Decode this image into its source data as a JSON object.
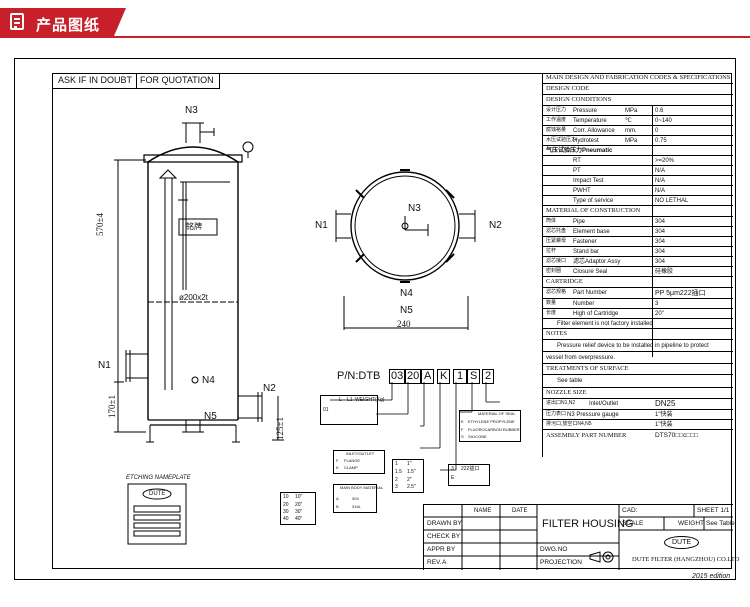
{
  "header": {
    "title": "产品图纸",
    "icon": "document-icon",
    "accent": "#c8202a"
  },
  "drawing": {
    "ask_label": "ASK IF IN DOUBT",
    "quote_label": "FOR QUOTATION",
    "nozzles": {
      "n1": "N1",
      "n2": "N2",
      "n3": "N3",
      "n4": "N4",
      "n5": "N5"
    },
    "dims": {
      "height": "570±4",
      "bottom": "170±1",
      "n2_height": "125±1",
      "shell": "ø200x2t",
      "diameter": "240"
    },
    "nameplate_cn": "铭牌",
    "etching_title": "ETCHING NAMEPLATE",
    "logo": "DUTE"
  },
  "partnumber": {
    "prefix": "P/N:DTB",
    "codes": [
      "03",
      "20",
      "A",
      "K",
      "1",
      "S",
      "2"
    ],
    "length_table": {
      "header": [
        "",
        "L",
        "L1",
        "WEIGHT(Kg)"
      ],
      "rows": [
        [
          "01",
          "",
          "",
          ""
        ]
      ]
    },
    "seal_table": {
      "title": "MATERIAL OF SEAL",
      "rows": [
        [
          "E",
          "ETHYLENE PROPYLENE"
        ],
        [
          "F",
          "FLUOROCARBON RUBBER"
        ],
        [
          "S",
          "SILICONE"
        ]
      ]
    },
    "inlet_table": {
      "title": "INLET/OUTLET",
      "rows": [
        [
          "F",
          "FLANGE"
        ],
        [
          "K",
          "CLAMP"
        ]
      ]
    },
    "pipe_table": {
      "rows": [
        [
          "1",
          "1\""
        ],
        [
          "1.5",
          "1.5\""
        ],
        [
          "2",
          "2\""
        ],
        [
          "3",
          "2.5\""
        ]
      ]
    },
    "opt_table": {
      "rows": [
        [
          "3",
          "222插口"
        ],
        [
          "E",
          ""
        ]
      ]
    },
    "material_table": {
      "title": "MAIN BODY MATERIAL",
      "rows": [
        [
          "A",
          "304"
        ],
        [
          "B",
          "316L"
        ]
      ]
    },
    "cart_table": {
      "rows": [
        [
          "10",
          "10\""
        ],
        [
          "20",
          "20\""
        ],
        [
          "30",
          "30\""
        ],
        [
          "40",
          "40\""
        ]
      ]
    }
  },
  "spec": {
    "title": "MAIN DESIGN AND FABRICATION CODES & SPECIFICATIONS",
    "design_code": "DESIGN CODE",
    "design_conditions": "DESIGN CONDITIONS",
    "conditions": [
      {
        "cn": "设计压力",
        "label": "Pressure",
        "unit": "MPa",
        "value": "0.6"
      },
      {
        "cn": "工作温度",
        "label": "Temperature",
        "unit": "℃",
        "value": "0~140"
      },
      {
        "cn": "腐蚀裕量",
        "label": "Corr. Allowance",
        "unit": "mm.",
        "value": "0"
      },
      {
        "cn": "水压试验压力",
        "label": "Hydrotest",
        "unit": "MPa",
        "value": "0.75"
      }
    ],
    "pneumatic": "气压试验压力Pneumatic",
    "tests": [
      {
        "label": "RT",
        "value": ">=20%"
      },
      {
        "label": "PT",
        "value": "N/A"
      },
      {
        "label": "Impact Test",
        "value": "N/A"
      },
      {
        "label": "PWHT",
        "value": "N/A"
      },
      {
        "label": "Type of service",
        "value": "NO LETHAL"
      }
    ],
    "material_section": "MATERIAL OF CONSTRUCTION",
    "materials": [
      {
        "cn": "筒体",
        "label": "Pipe",
        "value": "304"
      },
      {
        "cn": "滤芯托盘",
        "label": "Element base",
        "value": "304"
      },
      {
        "cn": "压紧螺母",
        "label": "Fastener",
        "value": "304"
      },
      {
        "cn": "拉杆",
        "label": "Stand bar",
        "value": "304"
      },
      {
        "cn": "滤芯接口",
        "label": "滤芯Adaptor Assy",
        "value": "304"
      },
      {
        "cn": "密封圈",
        "label": "Closure Seal",
        "value": "硅橡胶"
      }
    ],
    "cartridge_section": "CARTRIDGE",
    "cartridge": [
      {
        "cn": "滤芯规格",
        "label": "Part Number",
        "value": "PP 5μm222插口"
      },
      {
        "cn": "数量",
        "label": "Number",
        "value": "3"
      },
      {
        "cn": "长度",
        "label": "High of Cartridge",
        "value": "20\""
      }
    ],
    "cartridge_note": "Filter element is not factory installed",
    "notes_section": "NOTES",
    "notes": [
      "Pressure relief device to be installed in pipeline to protect",
      "vessel from overpressure."
    ],
    "treatments_section": "TREATMENTS OF SURFACE",
    "treatment": "See table",
    "nozzle_section": "NOZZLE SIZE",
    "nozzles": [
      {
        "cn": "进出口N1,N2",
        "label": "Inlet/Outlet",
        "value": "DN25"
      },
      {
        "cn": "压力表口",
        "label": "N3  Pressure gauge",
        "value": "1\"快装"
      },
      {
        "cn": "排污口,放空口N4,N5",
        "label": "",
        "value": "1\"快装"
      }
    ],
    "assembly_label": "ASSEMBLY PART NUMBER",
    "assembly_value": "DTS70□□c□□□"
  },
  "titleblock": {
    "name": "NAME",
    "date": "DATE",
    "drawn": "DRAWN BY",
    "check": "CHECK BY",
    "appr": "APPR BY",
    "rev": "REV.",
    "rev_value": "A",
    "title": "FILTER HOUSING",
    "cad": "CAD:",
    "sheet": "SHEET 1/1",
    "scale": "SCALE",
    "weight": "WEIGHT",
    "weight_value": "See Table",
    "dwg": "DWG.NO",
    "projection": "PROJECTION",
    "logo": "DUTE",
    "company": "DUTE FILTER (HANGZHOU) CO.LTD"
  },
  "edition": "2015 edition"
}
